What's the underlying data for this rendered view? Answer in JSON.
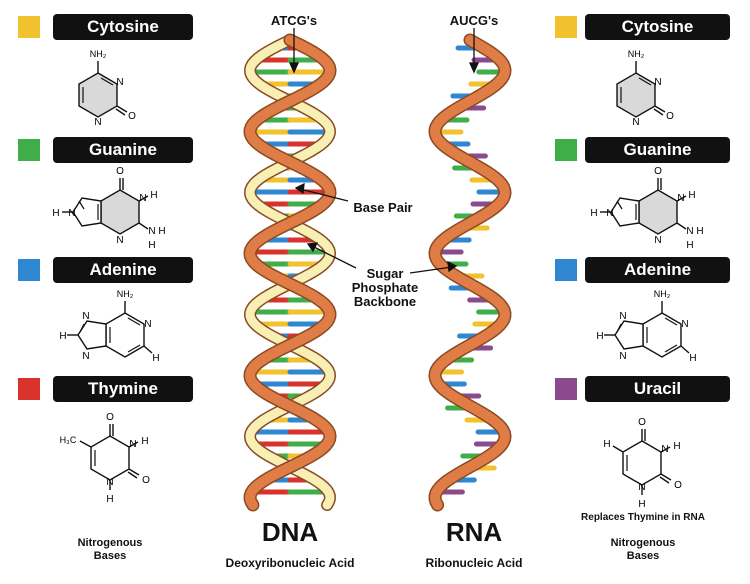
{
  "colors": {
    "cytosine": "#f2c12e",
    "guanine": "#3fae49",
    "adenine": "#2f86d1",
    "thymine": "#d8322b",
    "uracil": "#8b4a8c",
    "backbone": "#e07c45",
    "backbone_inner": "#f7efb3"
  },
  "left_bases": [
    {
      "name": "Cytosine"
    },
    {
      "name": "Guanine"
    },
    {
      "name": "Adenine"
    },
    {
      "name": "Thymine"
    }
  ],
  "right_bases": [
    {
      "name": "Cytosine"
    },
    {
      "name": "Guanine"
    },
    {
      "name": "Adenine"
    },
    {
      "name": "Uracil"
    }
  ],
  "atoms": {
    "N": "N",
    "O": "O",
    "H": "H",
    "NH2": "NH₂",
    "H3C": "H₃C"
  },
  "dna": {
    "callout_top": "ATCG's",
    "title": "DNA",
    "subtitle": "Deoxyribonucleic Acid"
  },
  "rna": {
    "callout_top": "AUCG's",
    "title": "RNA",
    "subtitle": "Ribonucleic Acid"
  },
  "callouts": {
    "base_pair": "Base Pair",
    "backbone_line1": "Sugar",
    "backbone_line2": "Phosphate",
    "backbone_line3": "Backbone"
  },
  "footer": {
    "left_line1": "Nitrogenous",
    "left_line2": "Bases",
    "right_note": "Replaces Thymine in RNA",
    "right_line1": "Nitrogenous",
    "right_line2": "Bases"
  }
}
